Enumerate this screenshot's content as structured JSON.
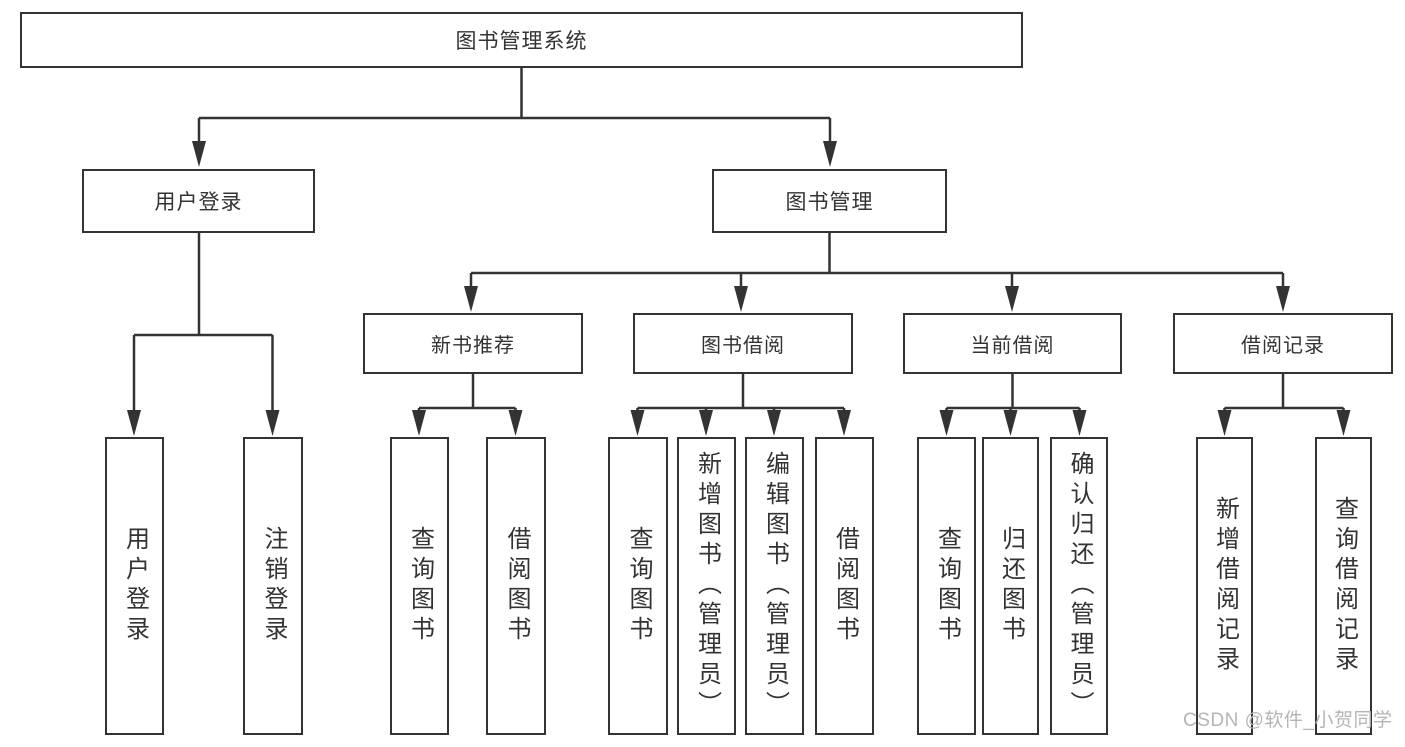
{
  "diagram": {
    "root": {
      "label": "图书管理系统"
    },
    "branches": [
      {
        "label": "用户登录",
        "children": [
          {
            "label": "用户登录"
          },
          {
            "label": "注销登录"
          }
        ]
      },
      {
        "label": "图书管理",
        "children": [
          {
            "label": "新书推荐",
            "children": [
              {
                "label": "查询图书"
              },
              {
                "label": "借阅图书"
              }
            ]
          },
          {
            "label": "图书借阅",
            "children": [
              {
                "label": "查询图书"
              },
              {
                "label": "新增图书（管理员）"
              },
              {
                "label": "编辑图书（管理员）"
              },
              {
                "label": "借阅图书"
              }
            ]
          },
          {
            "label": "当前借阅",
            "children": [
              {
                "label": "查询图书"
              },
              {
                "label": "归还图书"
              },
              {
                "label": "确认归还（管理员）"
              }
            ]
          },
          {
            "label": "借阅记录",
            "children": [
              {
                "label": "新增借阅记录"
              },
              {
                "label": "查询借阅记录"
              }
            ]
          }
        ]
      }
    ]
  },
  "watermark": {
    "text": "CSDN @软件_小贺同学"
  },
  "colors": {
    "line": "#333333",
    "border": "#333333",
    "text": "#333333",
    "watermark": "#b5b5b5",
    "background": "#ffffff"
  }
}
